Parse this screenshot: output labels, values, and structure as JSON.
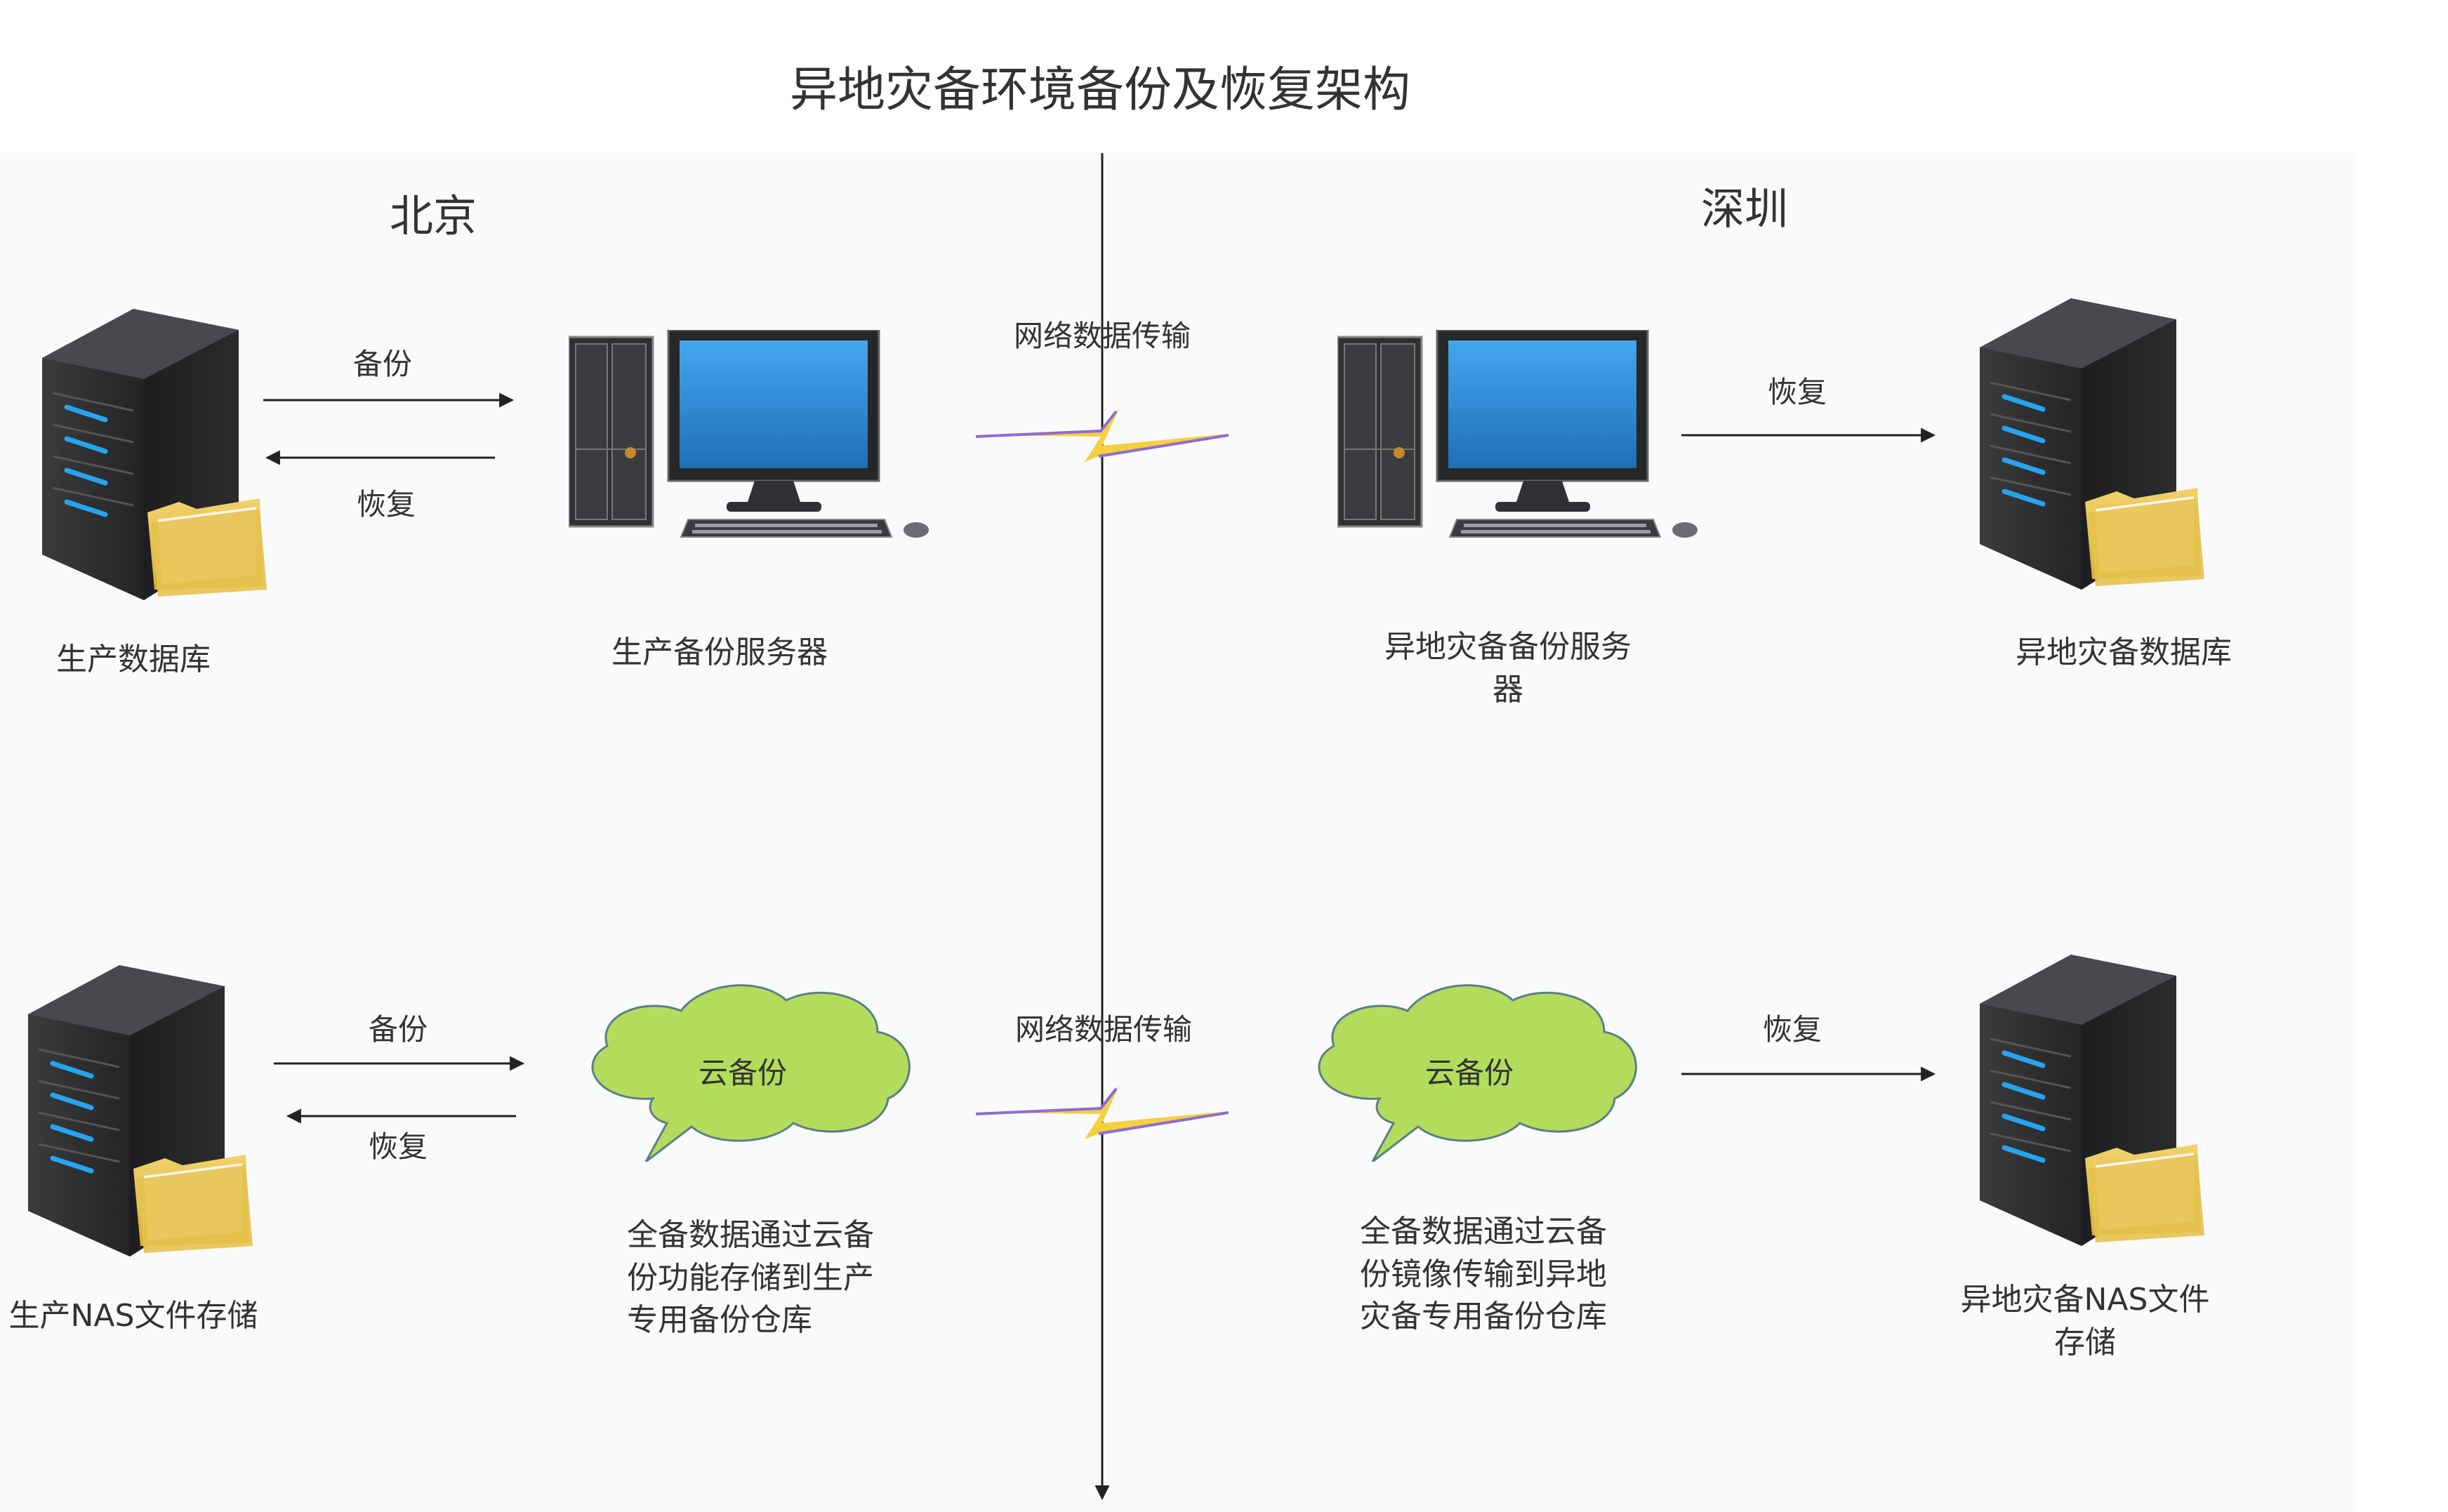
{
  "title": "异地灾备环境备份及恢复架构",
  "regions": {
    "left": "北京",
    "right": "深圳"
  },
  "nodes": {
    "prod_db": "生产数据库",
    "prod_backup_server": "生产备份服务器",
    "dr_backup_server": "异地灾备备份服务\n器",
    "dr_db": "异地灾备数据库",
    "prod_nas": "生产NAS文件存储",
    "dr_nas": "异地灾备NAS文件\n存储"
  },
  "clouds": {
    "left": "云备份",
    "right": "云备份"
  },
  "arrows": {
    "top_backup": "备份",
    "top_restore": "恢复",
    "top_right_restore": "恢复",
    "bottom_backup": "备份",
    "bottom_restore": "恢复",
    "bottom_right_restore": "恢复"
  },
  "network": {
    "top": "网络数据传输",
    "bottom": "网络数据传输"
  },
  "descriptions": {
    "left": "全备数据通过云备\n份功能存储到生产\n专用备份仓库",
    "right": "全备数据通过云备\n份镜像传输到异地\n灾备专用备份仓库"
  },
  "colors": {
    "screen": "#2b8fd8",
    "server_body": "#2e2f31",
    "server_led": "#27a4f0",
    "folder": "#e6c24e",
    "cloud_fill": "#b4dc5c",
    "cloud_stroke": "#5b7f86",
    "lightning": "#f4d03f",
    "lightning_edge": "#8e6bd6"
  }
}
